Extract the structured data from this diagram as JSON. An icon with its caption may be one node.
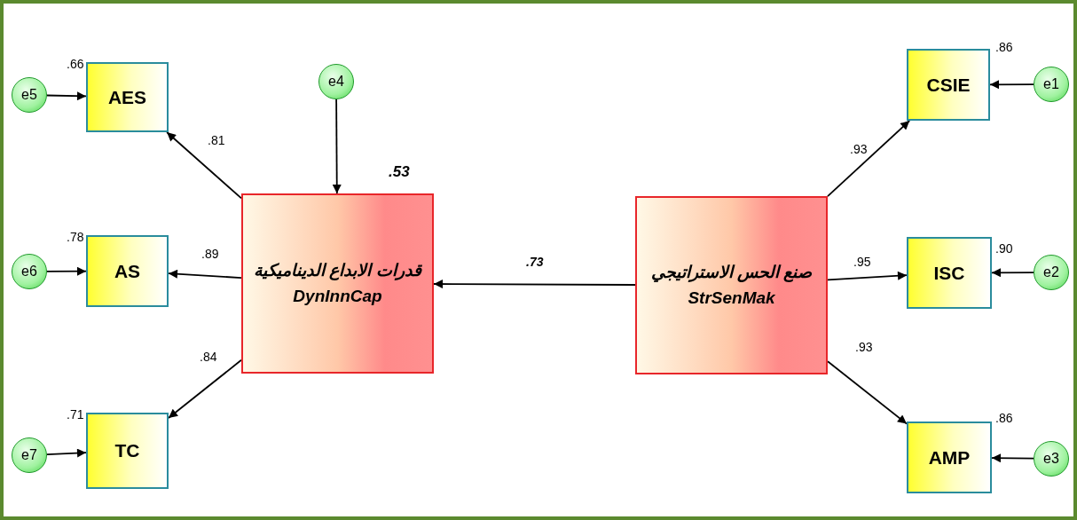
{
  "diagram": {
    "nodes": [
      {
        "text": [
          "قدرات الابداع الديناميكية",
          "DynInnCap"
        ],
        "beside": [
          ".53"
        ]
      },
      {
        "text": [
          "صنع الحس الاستراتيجي",
          "StrSenMak"
        ]
      },
      {
        "text": [
          "AES"
        ],
        "beside": [
          ".66"
        ]
      },
      {
        "text": [
          "AS"
        ],
        "beside": [
          ".78"
        ]
      },
      {
        "text": [
          "TC"
        ],
        "beside": [
          ".71"
        ]
      },
      {
        "text": [
          "CSIE"
        ],
        "beside": [
          ".86"
        ]
      },
      {
        "text": [
          "ISC"
        ],
        "beside": [
          ".90"
        ]
      },
      {
        "text": [
          "AMP"
        ],
        "beside": [
          ".86"
        ]
      },
      {
        "text": [
          "e1"
        ]
      },
      {
        "text": [
          "e2"
        ]
      },
      {
        "text": [
          "e3"
        ]
      },
      {
        "text": [
          "e4"
        ]
      },
      {
        "text": [
          "e5"
        ]
      },
      {
        "text": [
          "e6"
        ]
      },
      {
        "text": [
          "e7"
        ]
      }
    ],
    "edges": [
      {
        "from": 1,
        "to": 0,
        "arrow": "to",
        "label": ".73"
      },
      {
        "from": 0,
        "to": 2,
        "arrow": "to",
        "label": ".81"
      },
      {
        "from": 0,
        "to": 3,
        "arrow": "to",
        "label": ".89"
      },
      {
        "from": 0,
        "to": 4,
        "arrow": "to",
        "label": ".84"
      },
      {
        "from": 1,
        "to": 5,
        "arrow": "to",
        "label": ".93"
      },
      {
        "from": 1,
        "to": 6,
        "arrow": "to",
        "label": ".95"
      },
      {
        "from": 1,
        "to": 7,
        "arrow": "to",
        "label": ".93"
      },
      {
        "from": 8,
        "to": 5,
        "arrow": "to"
      },
      {
        "from": 9,
        "to": 6,
        "arrow": "to"
      },
      {
        "from": 10,
        "to": 7,
        "arrow": "to"
      },
      {
        "from": 11,
        "to": 0,
        "arrow": "to"
      },
      {
        "from": 12,
        "to": 2,
        "arrow": "to"
      },
      {
        "from": 13,
        "to": 3,
        "arrow": "to"
      },
      {
        "from": 14,
        "to": 4,
        "arrow": "to"
      }
    ]
  }
}
